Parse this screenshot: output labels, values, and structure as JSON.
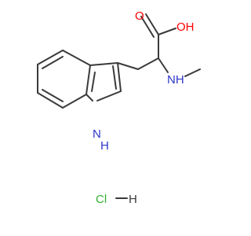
{
  "molecule": {
    "atoms": {
      "carbonyl_oxygen": "O",
      "hydroxyl": "OH",
      "amine": "NH",
      "indole_nitrogen": "N",
      "indole_hydrogen": "H",
      "salt_chlorine": "Cl",
      "salt_hydrogen": "H"
    },
    "colors": {
      "oxygen": "#ff0000",
      "nitrogen": "#2d36c9",
      "chlorine": "#33b233",
      "bond": "#3a3a3a"
    }
  }
}
